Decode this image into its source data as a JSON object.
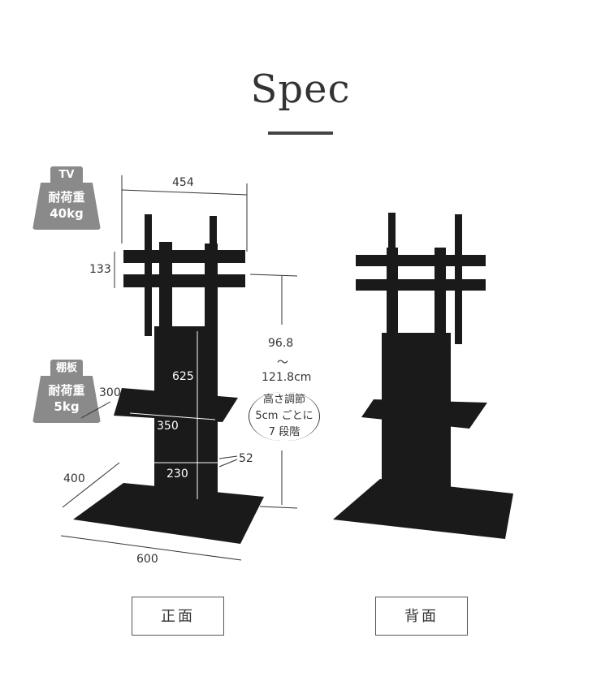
{
  "title": "Spec",
  "badges": [
    {
      "tab": "TV",
      "line1": "耐荷重",
      "line2": "40kg"
    },
    {
      "tab": "棚板",
      "line1": "耐荷重",
      "line2": "5kg"
    }
  ],
  "dimensions": {
    "mount_width": "454",
    "mount_height": "133",
    "height_range_top": "96.8",
    "height_range_sep": "〜",
    "height_range_bottom": "121.8cm",
    "column_height": "625",
    "shelf_depth": "300",
    "shelf_width": "350",
    "column_depth": "52",
    "column_width": "230",
    "base_depth": "400",
    "base_width": "600"
  },
  "note": [
    "高さ調節",
    "5cm ごとに",
    "7 段階"
  ],
  "views": {
    "front": "正面",
    "back": "背面"
  }
}
